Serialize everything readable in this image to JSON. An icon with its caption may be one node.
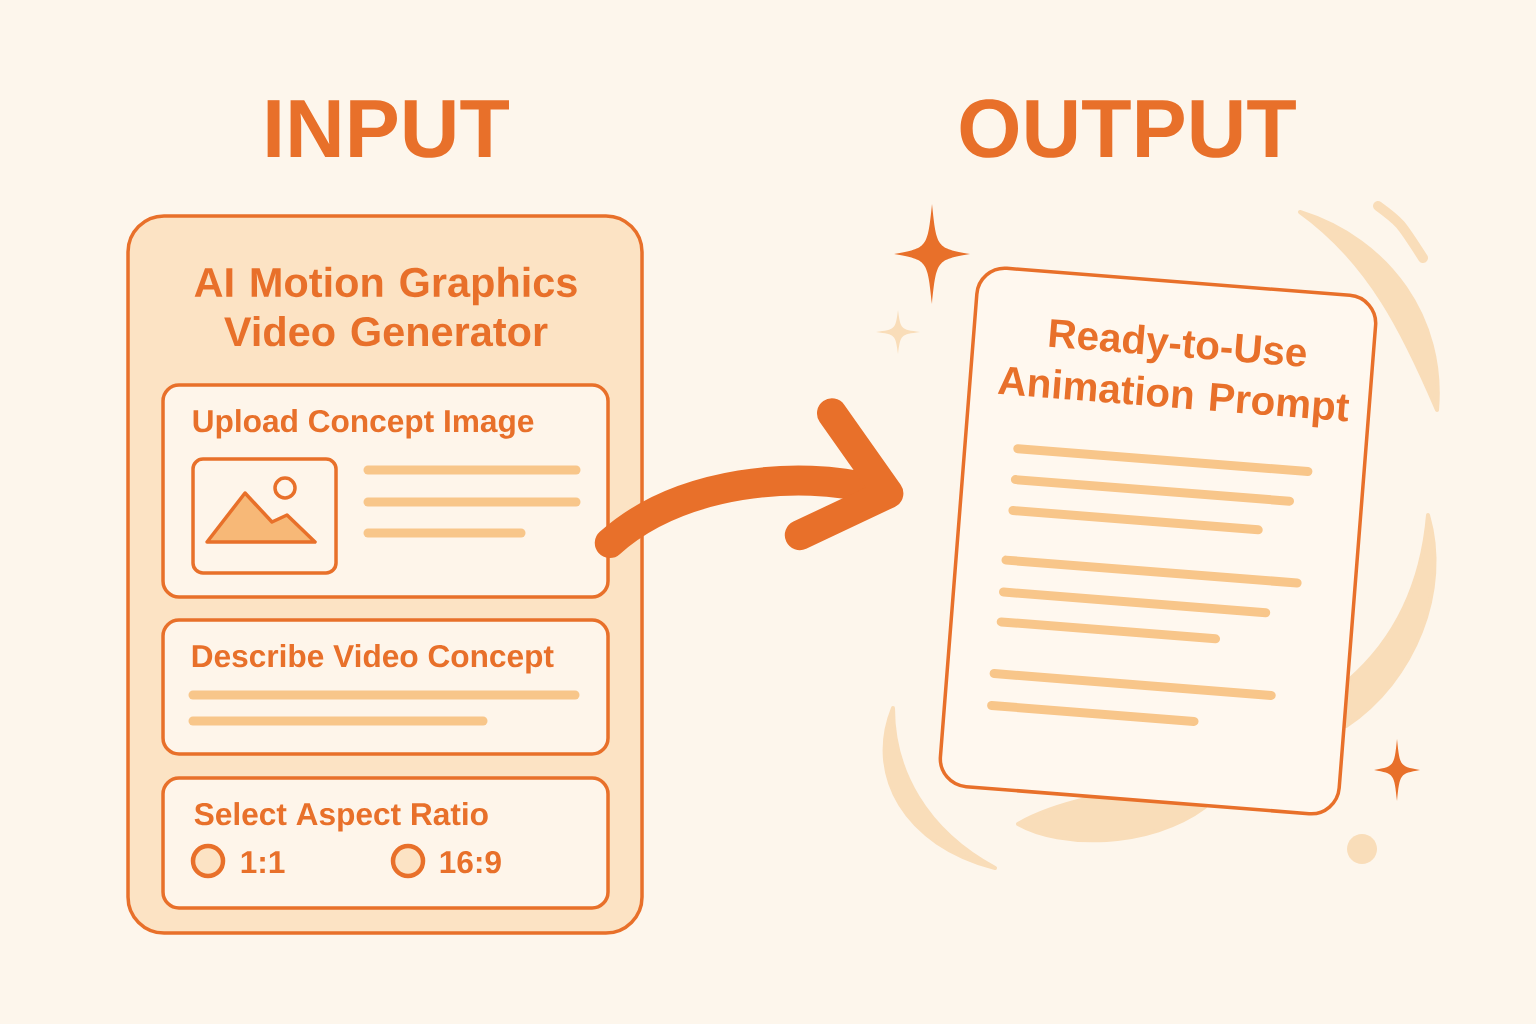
{
  "diagram": {
    "nodes": [
      {
        "text": [
          "AI Motion Graphics Video Generator"
        ]
      },
      {
        "text": [
          "Upload Concept Image"
        ],
        "in": 0
      },
      {
        "text": [
          "Describe Video Concept"
        ],
        "in": 0
      },
      {
        "text": [
          "Select Aspect Ratio",
          "1:1",
          "16:9"
        ],
        "in": 0
      },
      {
        "text": [
          "Ready-to-Use Animation Prompt"
        ]
      }
    ],
    "edges": [
      {
        "from": 1,
        "to": 4,
        "arrow": "to"
      }
    ],
    "labels": [
      "INPUT",
      "OUTPUT"
    ]
  }
}
